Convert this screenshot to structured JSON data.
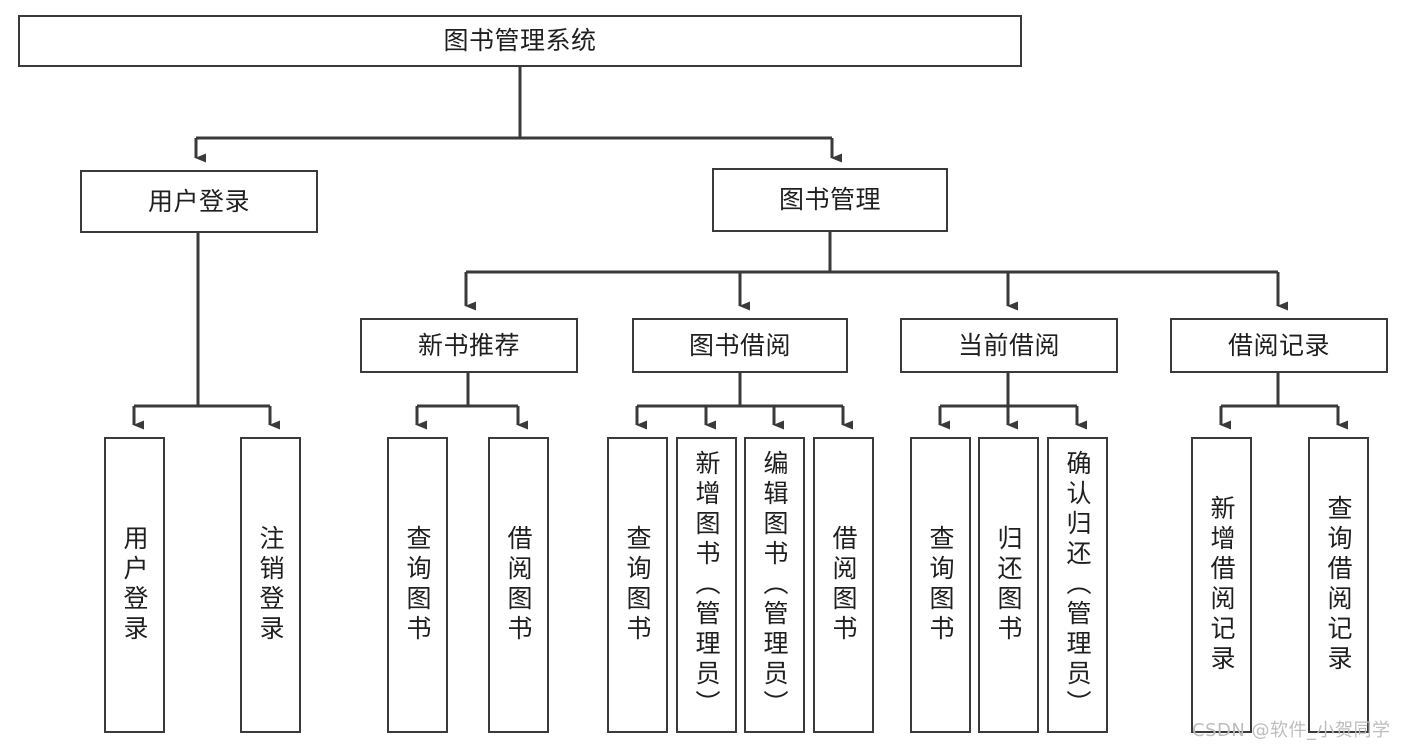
{
  "diagram": {
    "title": "图书管理系统",
    "type": "tree-hierarchy-chart",
    "orientation": "top-down",
    "line_color": "#3a3a3a",
    "box_fill": "#ffffff",
    "text_color": "#1f1f1f"
  },
  "nodes": {
    "root": {
      "label": "图书管理系统"
    },
    "level2": [
      {
        "label": "用户登录"
      },
      {
        "label": "图书管理"
      }
    ],
    "level3": [
      {
        "label": "新书推荐"
      },
      {
        "label": "图书借阅"
      },
      {
        "label": "当前借阅"
      },
      {
        "label": "借阅记录"
      }
    ],
    "leaves": {
      "user_login": [
        {
          "label": "用户登录"
        },
        {
          "label": "注销登录"
        }
      ],
      "new_book_recommend": [
        {
          "label": "查询图书"
        },
        {
          "label": "借阅图书"
        }
      ],
      "book_borrow": [
        {
          "label": "查询图书"
        },
        {
          "label": "新增图书（管理员）"
        },
        {
          "label": "编辑图书（管理员）"
        },
        {
          "label": "借阅图书"
        }
      ],
      "current_borrow": [
        {
          "label": "查询图书"
        },
        {
          "label": "归还图书"
        },
        {
          "label": "确认归还（管理员）"
        }
      ],
      "borrow_record": [
        {
          "label": "新增借阅记录"
        },
        {
          "label": "查询借阅记录"
        }
      ]
    }
  },
  "watermark": {
    "text": "CSDN @软件_小贺同学"
  }
}
